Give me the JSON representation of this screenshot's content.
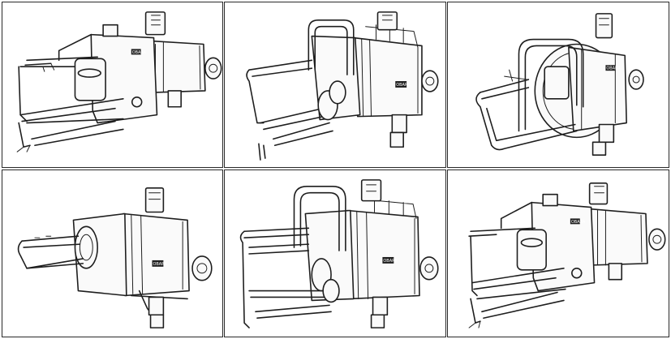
{
  "figure": {
    "panels": [
      {
        "id": "view-1",
        "icon": "spot-welding-gun-c-type-side-icon"
      },
      {
        "id": "view-2",
        "icon": "spot-welding-gun-x-type-handle-icon"
      },
      {
        "id": "view-3",
        "icon": "spot-welding-gun-c-type-front-icon"
      },
      {
        "id": "view-4",
        "icon": "spot-welding-gun-c-type-rear-icon"
      },
      {
        "id": "view-5",
        "icon": "spot-welding-gun-x-type-handle-rear-icon"
      },
      {
        "id": "view-6",
        "icon": "spot-welding-gun-x-type-side-icon"
      }
    ],
    "colors": {
      "line": "#1e1e1e",
      "border": "#2a2a2a",
      "background": "#ffffff"
    }
  }
}
